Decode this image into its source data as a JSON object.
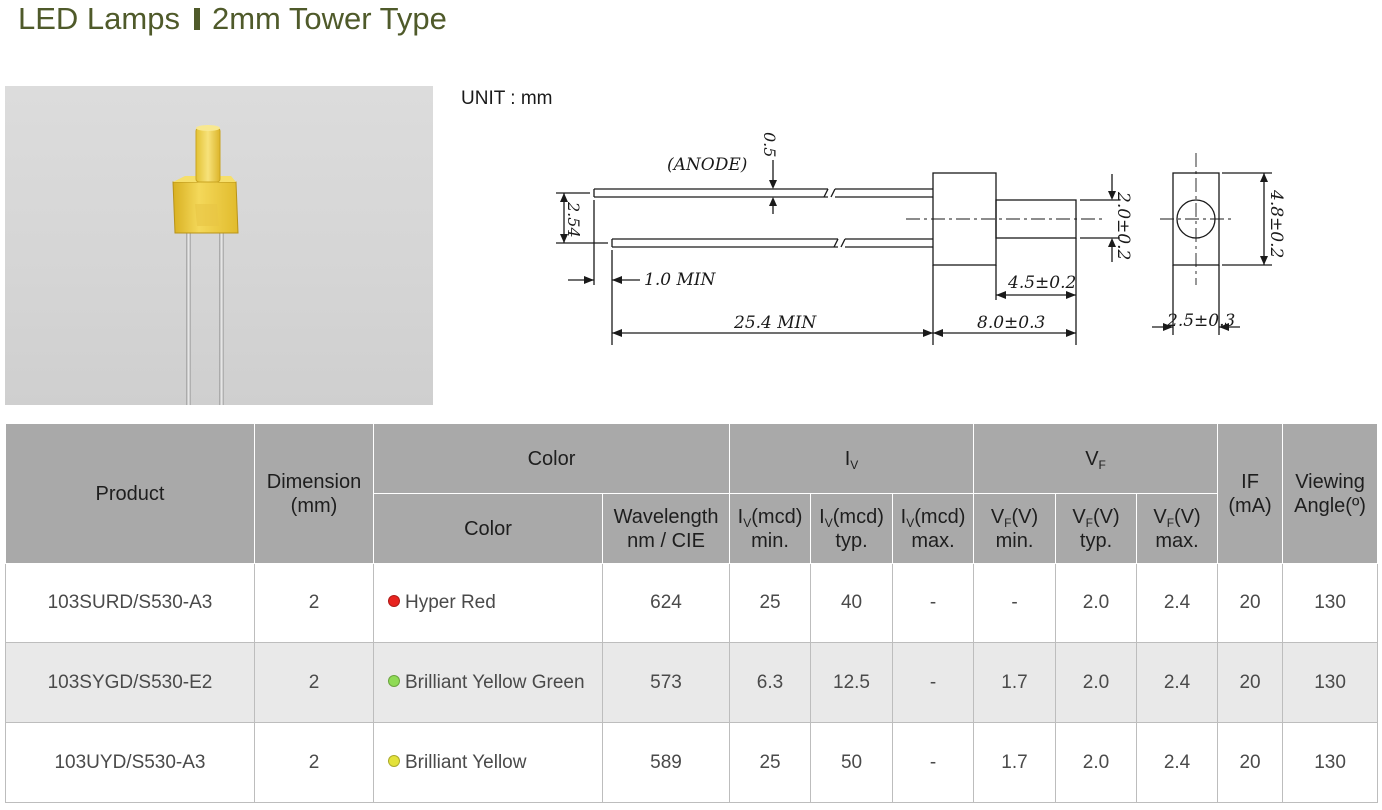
{
  "header": {
    "title_left": "LED Lamps",
    "title_right": "2mm Tower Type"
  },
  "unit_label": "UNIT : mm",
  "drawing": {
    "anode": "(ANODE)",
    "dim_05": "0.5",
    "dim_254": "2.54",
    "dim_1min": "1.0  MIN",
    "dim_254min": "25.4  MIN",
    "dim_80": "8.0±0.3",
    "dim_45": "4.5±0.2",
    "dim_20": "2.0±0.2",
    "dim_48": "4.8±0.2",
    "dim_25": "2.5±0.3"
  },
  "table": {
    "h_product": "Product",
    "h_dimension": "Dimension",
    "h_dimension_unit": "(mm)",
    "h_color_group": "Color",
    "h_iv_group": "I",
    "h_iv_sub": "V",
    "h_vf_group": "V",
    "h_vf_sub": "F",
    "h_if": "IF",
    "h_if_unit": "(mA)",
    "h_view": "Viewing",
    "h_view_unit": "Angle(º)",
    "h_color": "Color",
    "h_wavelength": "Wavelength",
    "h_wavelength_unit": "nm / CIE",
    "h_iv_letter": "I",
    "h_iv_letter_sub": "V",
    "h_iv_mcd": "(mcd)",
    "h_min": "min.",
    "h_typ": "typ.",
    "h_max": "max.",
    "h_vf_letter": "V",
    "h_vf_letter_sub": "F",
    "h_vf_v": "(V)",
    "rows": [
      {
        "product": "103SURD/S530-A3",
        "dimension": "2",
        "color": "Hyper Red",
        "dot": "#e8231f",
        "wavelength": "624",
        "iv_min": "25",
        "iv_typ": "40",
        "iv_max": "-",
        "vf_min": "-",
        "vf_typ": "2.0",
        "vf_max": "2.4",
        "if": "20",
        "angle": "130"
      },
      {
        "product": "103SYGD/S530-E2",
        "dimension": "2",
        "color": "Brilliant Yellow Green",
        "dot": "#8fdb55",
        "wavelength": "573",
        "iv_min": "6.3",
        "iv_typ": "12.5",
        "iv_max": "-",
        "vf_min": "1.7",
        "vf_typ": "2.0",
        "vf_max": "2.4",
        "if": "20",
        "angle": "130"
      },
      {
        "product": "103UYD/S530-A3",
        "dimension": "2",
        "color": "Brilliant Yellow",
        "dot": "#e3e23a",
        "wavelength": "589",
        "iv_min": "25",
        "iv_typ": "50",
        "iv_max": "-",
        "vf_min": "1.7",
        "vf_typ": "2.0",
        "vf_max": "2.4",
        "if": "20",
        "angle": "130"
      }
    ]
  }
}
